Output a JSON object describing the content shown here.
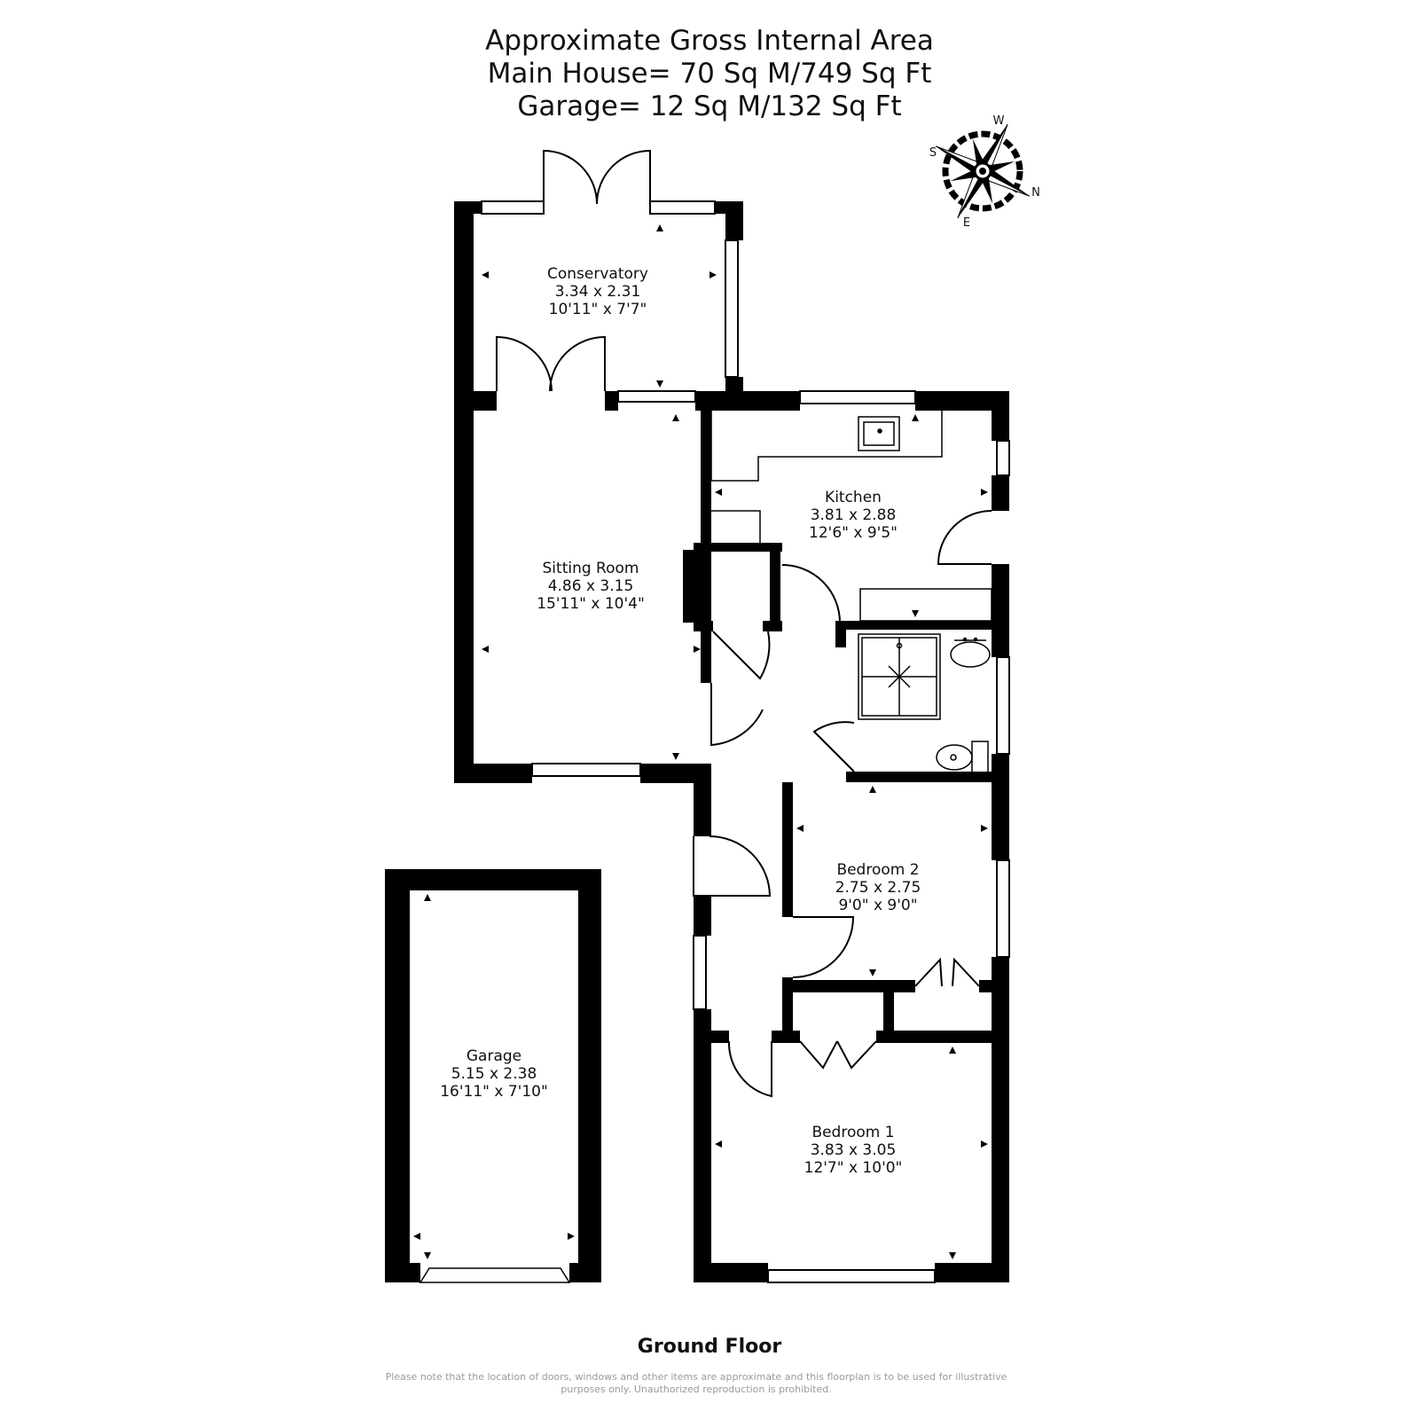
{
  "header": {
    "line1": "Approximate Gross Internal Area",
    "line2": "Main House= 70 Sq M/749 Sq Ft",
    "line3": "Garage= 12 Sq M/132 Sq Ft"
  },
  "compass": {
    "north": "N",
    "south": "S",
    "east": "E",
    "west": "W"
  },
  "rooms": {
    "conservatory": {
      "name": "Conservatory",
      "metric": "3.34 x 2.31",
      "imperial": "10'11\" x 7'7\""
    },
    "kitchen": {
      "name": "Kitchen",
      "metric": "3.81 x 2.88",
      "imperial": "12'6\" x 9'5\""
    },
    "sitting_room": {
      "name": "Sitting Room",
      "metric": "4.86 x 3.15",
      "imperial": "15'11\" x 10'4\""
    },
    "bedroom2": {
      "name": "Bedroom 2",
      "metric": "2.75 x 2.75",
      "imperial": "9'0\" x 9'0\""
    },
    "garage": {
      "name": "Garage",
      "metric": "5.15 x 2.38",
      "imperial": "16'11\" x 7'10\""
    },
    "bedroom1": {
      "name": "Bedroom 1",
      "metric": "3.83 x 3.05",
      "imperial": "12'7\" x 10'0\""
    }
  },
  "floor_label": "Ground Floor",
  "disclaimer": {
    "line1": "Please note that the location of doors, windows and other items are approximate and this floorplan is to be used for illustrative",
    "line2": "purposes only. Unauthorized reproduction is prohibited."
  },
  "colors": {
    "wall": "#000000",
    "background": "#ffffff",
    "text": "#111111",
    "disclaimer": "#9a9a9a"
  }
}
